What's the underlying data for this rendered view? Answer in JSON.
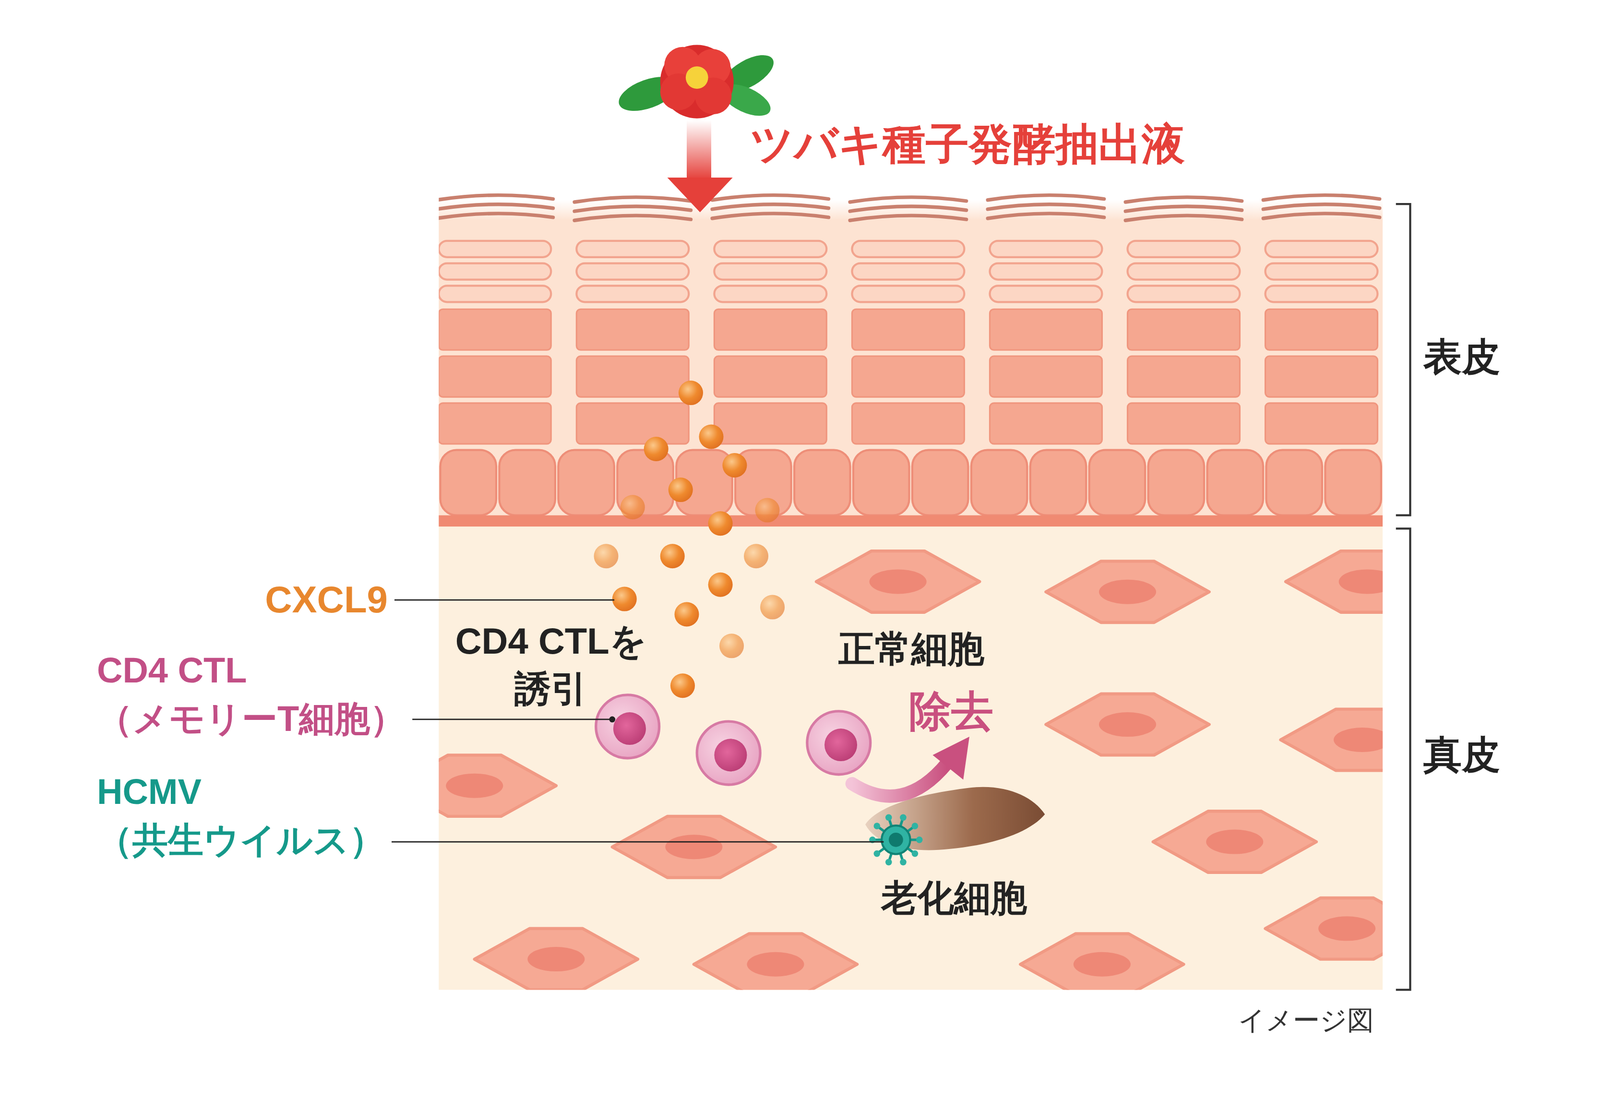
{
  "diagram": {
    "labels": [
      "ツバキ種子発酵抽出液",
      "表皮",
      "真皮",
      "CXCL9",
      "CD4 CTL （メモリーT細胞）",
      "HCMV （共生ウイルス）",
      "CD4 CTLを 誘引",
      "正常細胞",
      "除去",
      "老化細胞",
      "イメージ図"
    ]
  }
}
